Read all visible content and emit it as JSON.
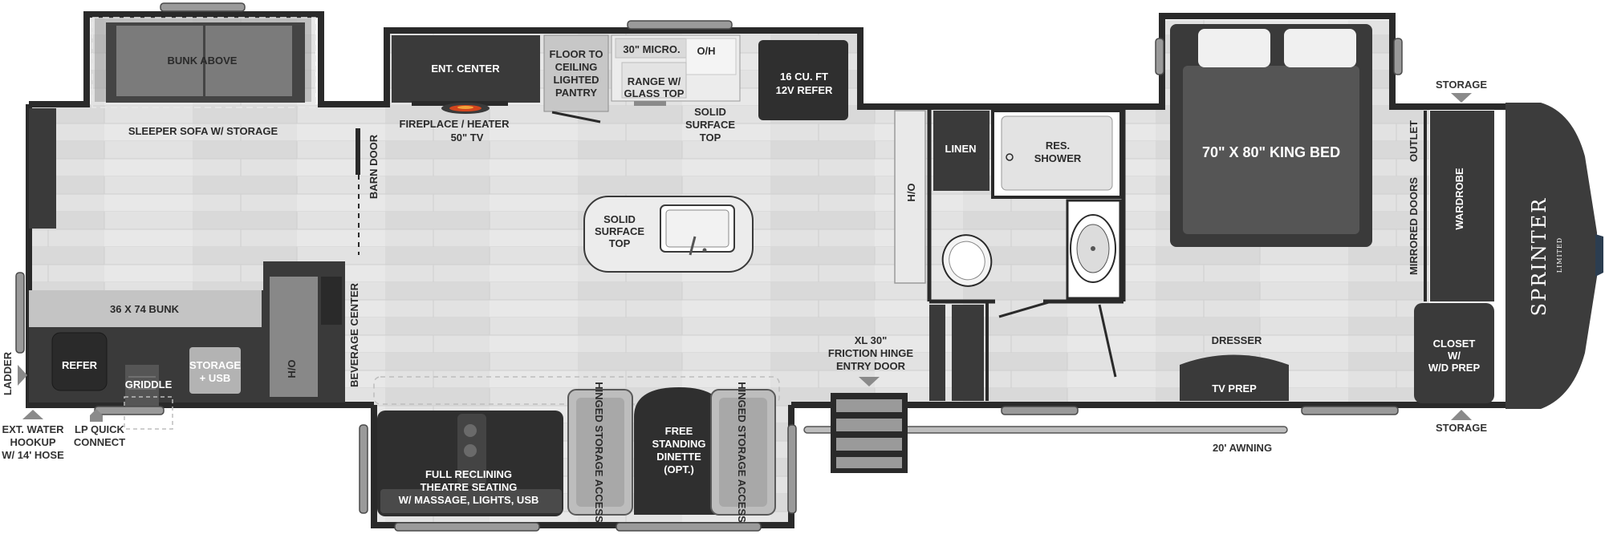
{
  "colors": {
    "wall": "#2a2a2a",
    "floor": "#dedede",
    "plank_line": "#c8c8c8",
    "dark_fixture": "#3a3a3a",
    "mid_fixture": "#7a7a7a",
    "light_fixture": "#c4c4c4",
    "counter": "#eeeeee",
    "cap": "#3c3c3c"
  },
  "labels": {
    "bunk_above": "BUNK ABOVE",
    "sleeper_sofa": "SLEEPER SOFA W/ STORAGE",
    "ent_center": "ENT. CENTER",
    "fireplace_1": "FIREPLACE / HEATER",
    "fireplace_2": "50\" TV",
    "pantry_1": "FLOOR TO",
    "pantry_2": "CEILING",
    "pantry_3": "LIGHTED",
    "pantry_4": "PANTRY",
    "micro": "30\" MICRO.",
    "oh_kitchen": "O/H",
    "range_1": "RANGE W/",
    "range_2": "GLASS TOP",
    "solid_top_1": "SOLID",
    "solid_top_2": "SURFACE",
    "solid_top_3": "TOP",
    "refer_1": "16 CU. FT",
    "refer_2": "12V REFER",
    "barn_door": "BARN DOOR",
    "island_1": "SOLID",
    "island_2": "SURFACE",
    "island_3": "TOP",
    "ho_hall": "H/O",
    "linen": "LINEN",
    "shower_1": "RES.",
    "shower_2": "SHOWER",
    "king_bed": "70\" X 80\" KING BED",
    "outlet": "OUTLET",
    "mirrored_doors": "MIRRORED DOORS",
    "wardrobe": "WARDROBE",
    "storage_top": "STORAGE",
    "storage_bottom": "STORAGE",
    "bunk_36": "36 X 74 BUNK",
    "refer_bunk": "REFER",
    "griddle": "GRIDDLE",
    "storage_usb_1": "STORAGE",
    "storage_usb_2": "+ USB",
    "ho_bunk": "H/O",
    "beverage_center": "BEVERAGE CENTER",
    "entry_door_1": "XL 30\"",
    "entry_door_2": "FRICTION HINGE",
    "entry_door_3": "ENTRY DOOR",
    "dresser": "DRESSER",
    "tv_prep": "TV PREP",
    "closet_1": "CLOSET",
    "closet_2": "W/",
    "closet_3": "W/D PREP",
    "ladder": "LADDER",
    "water_1": "EXT. WATER",
    "water_2": "HOOKUP",
    "water_3": "W/ 14' HOSE",
    "lp_1": "LP QUICK",
    "lp_2": "CONNECT",
    "theatre_1": "FULL RECLINING",
    "theatre_2": "THEATRE SEATING",
    "theatre_3": "W/ MASSAGE, LIGHTS, USB",
    "hinged_left": "HINGED STORAGE ACCESS",
    "hinged_right": "HINGED STORAGE ACCESS",
    "dinette_1": "FREE",
    "dinette_2": "STANDING",
    "dinette_3": "DINETTE",
    "dinette_4": "(OPT.)",
    "awning": "20' AWNING",
    "brand": "SPRINTER",
    "brand_sub": "LIMITED"
  },
  "icons": {
    "arrow": "triangle-arrow-icon",
    "sink": "sink-icon",
    "toilet": "toilet-icon",
    "fireplace": "fireplace-flame-icon",
    "steps": "entry-steps-icon",
    "pillow": "pillow-icon"
  }
}
